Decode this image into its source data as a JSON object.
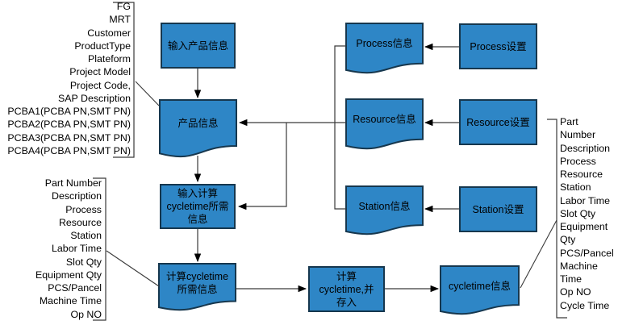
{
  "nodes": {
    "input_product_info": "输入产品信息",
    "product_info": "产品信息",
    "input_cycletime_info": "输入计算\ncycletime所需\n信息",
    "cycletime_required_info": "计算cycletime\n所需信息",
    "calc_cycletime_store": "计算\ncycletime,并\n存入",
    "cycletime_info": "cycletime信息",
    "process_info": "Process信息",
    "process_setup": "Process设置",
    "resource_info": "Resource信息",
    "resource_setup": "Resource设置",
    "station_info": "Station信息",
    "station_setup": "Station设置"
  },
  "lists": {
    "product_attributes": [
      "FG",
      "MRT",
      "Customer",
      "ProductType",
      "Plateform",
      "Project Model",
      "Project Code,",
      "SAP Description",
      "PCBA1(PCBA PN,SMT PN)",
      "PCBA2(PCBA PN,SMT PN)",
      "PCBA3(PCBA PN,SMT PN)",
      "PCBA4(PCBA PN,SMT PN)"
    ],
    "cycletime_input_fields": [
      "Part Number",
      "Description",
      "Process",
      "Resource",
      "Station",
      "Labor Time",
      "Slot Qty",
      "Equipment Qty",
      "PCS/Pancel",
      "Machine Time",
      "Op NO"
    ],
    "cycletime_output_fields": [
      "Part",
      "Number",
      "Description",
      "Process",
      "Resource",
      "Station",
      "Labor Time",
      "Slot Qty",
      "Equipment",
      "Qty",
      "PCS/Pancel",
      "Machine",
      "Time",
      "Op NO",
      "Cycle Time"
    ]
  },
  "colors": {
    "node_fill": "#2e86c6",
    "node_border": "#16374e",
    "connector_line": "#3a3a3a",
    "arrowhead": "#000000",
    "text": "#000000",
    "background": "#ffffff"
  }
}
